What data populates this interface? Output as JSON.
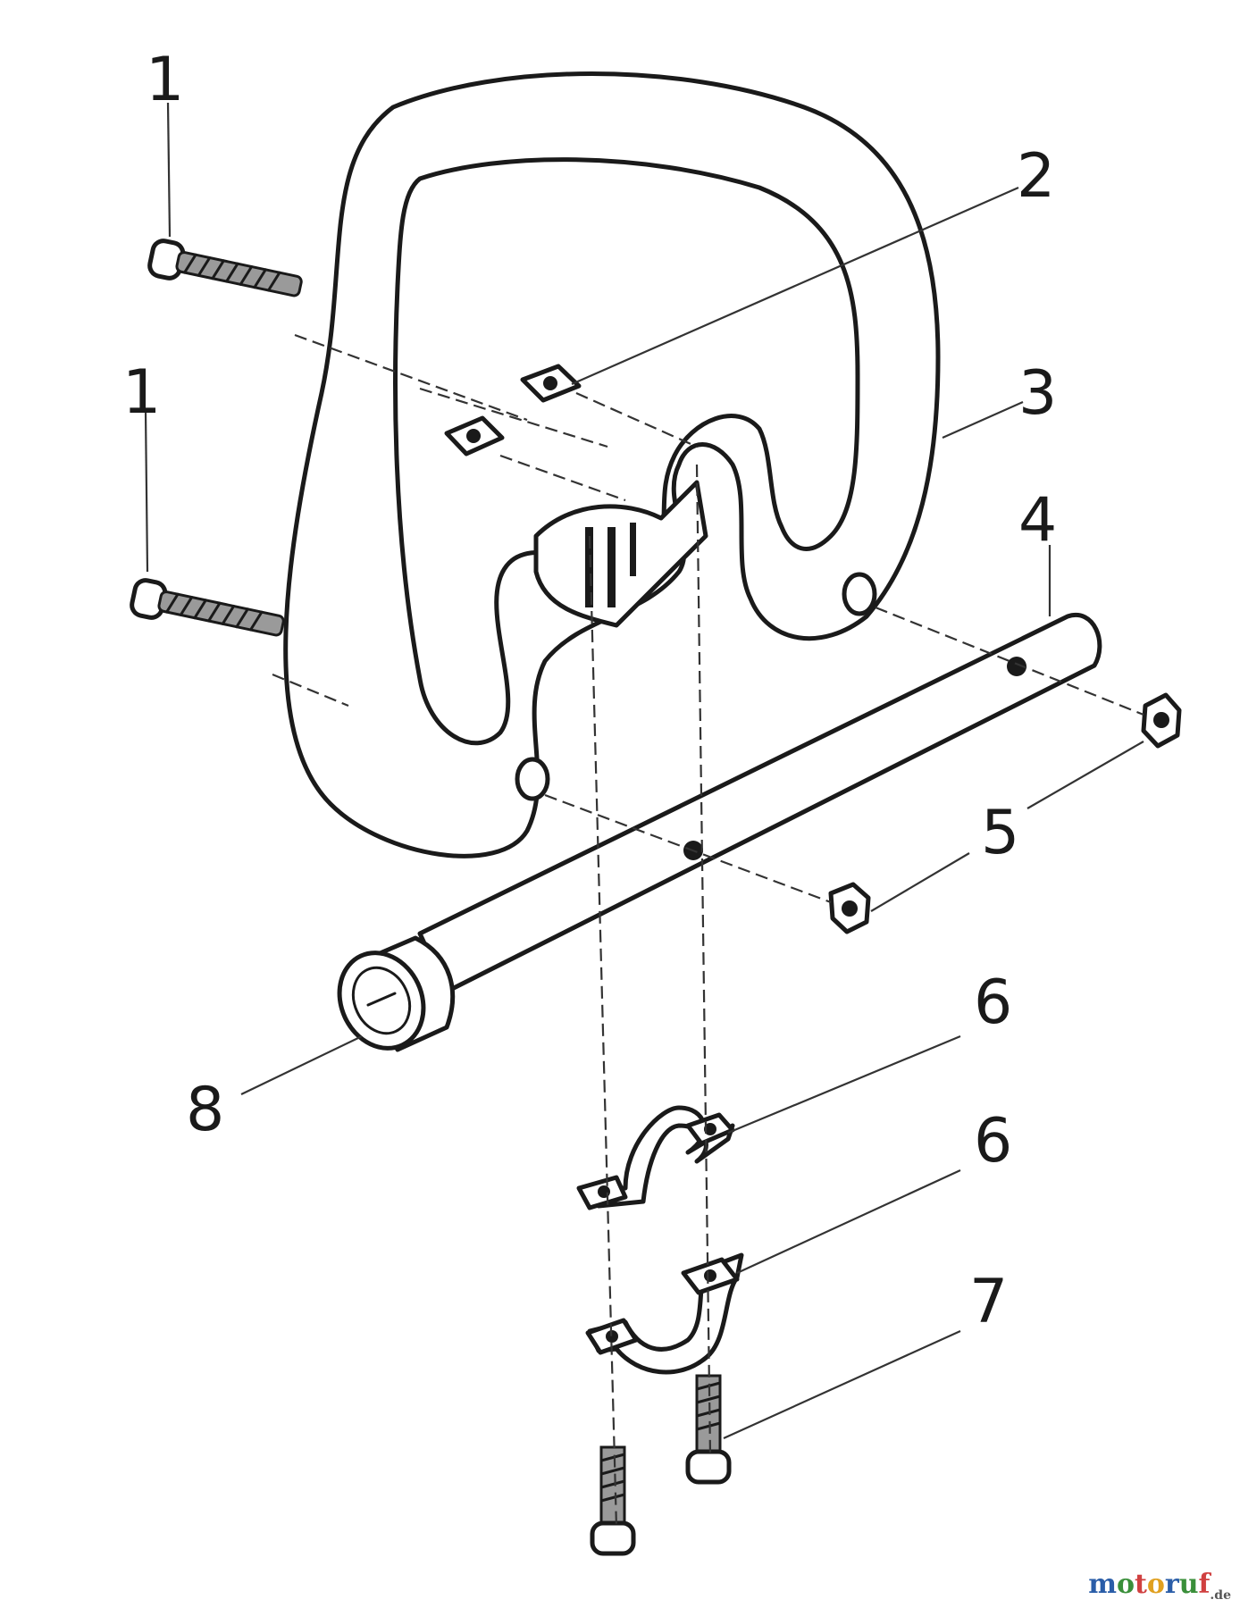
{
  "callouts": [
    {
      "id": "1a",
      "label": "1"
    },
    {
      "id": "1b",
      "label": "1"
    },
    {
      "id": "2",
      "label": "2"
    },
    {
      "id": "3",
      "label": "3"
    },
    {
      "id": "4",
      "label": "4"
    },
    {
      "id": "5",
      "label": "5"
    },
    {
      "id": "6a",
      "label": "6"
    },
    {
      "id": "6b",
      "label": "6"
    },
    {
      "id": "7",
      "label": "7"
    },
    {
      "id": "8",
      "label": "8"
    }
  ],
  "watermark": {
    "main": "motoruf",
    "suffix": ".de"
  },
  "colors": {
    "line": "#1a1a1a",
    "wm_m": "#2a5da8",
    "wm_o1": "#3a8f3a",
    "wm_t": "#d04040",
    "wm_o2": "#e0a020",
    "wm_r": "#2a5da8",
    "wm_u": "#3a8f3a",
    "wm_f": "#d04040"
  }
}
